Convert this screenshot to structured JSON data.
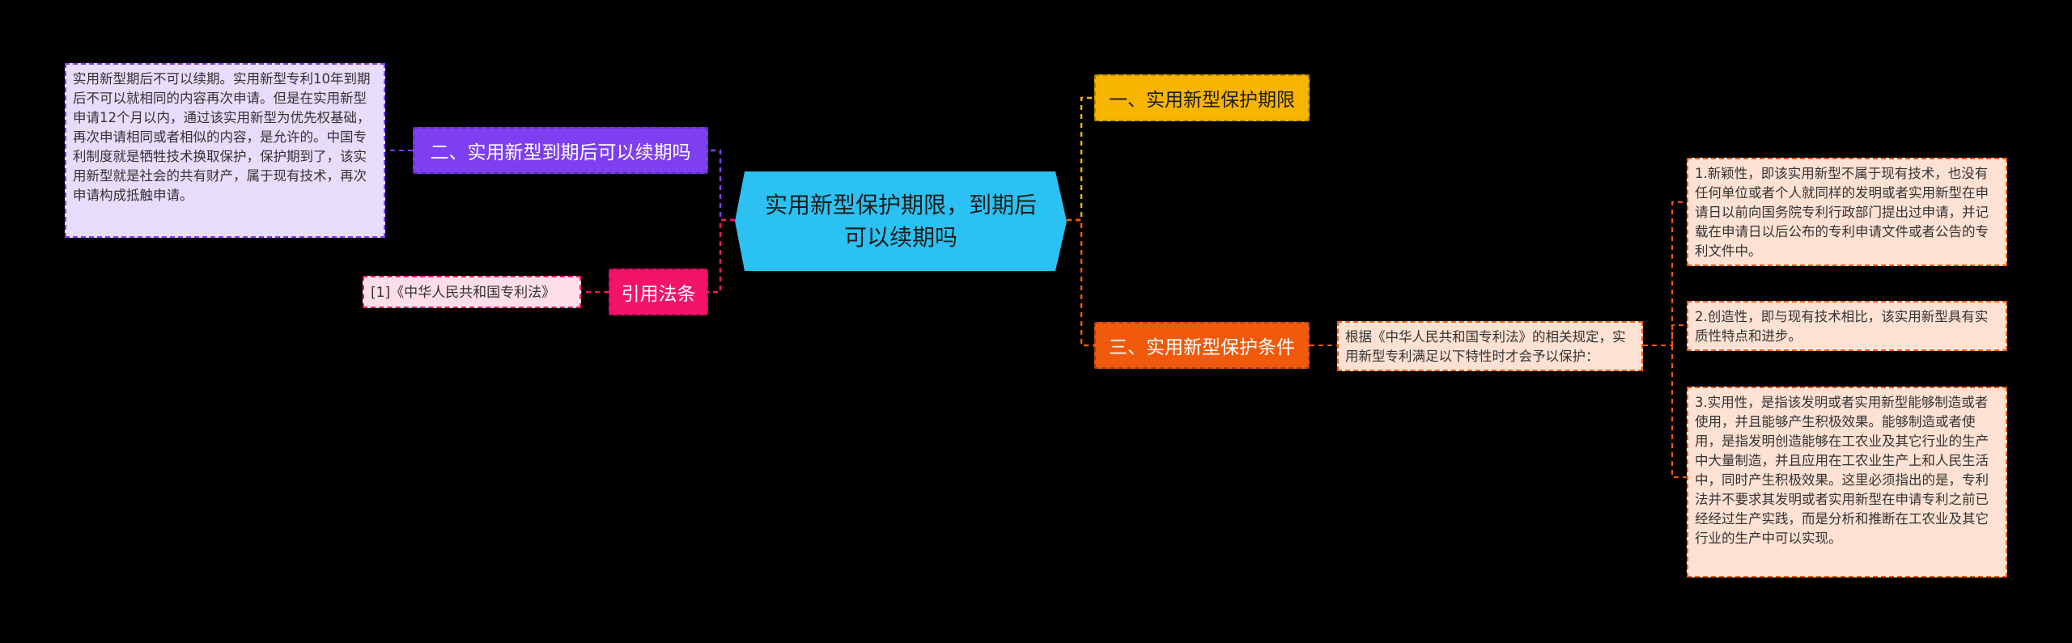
{
  "center": {
    "title": "实用新型保护期限，到期后可以续期吗"
  },
  "branches": {
    "b1": {
      "label": "一、实用新型保护期限"
    },
    "b2": {
      "label": "二、实用新型到期后可以续期吗",
      "note": "实用新型期后不可以续期。实用新型专利10年到期后不可以就相同的内容再次申请。但是在实用新型申请12个月以内，通过该实用新型为优先权基础，再次申请相同或者相似的内容，是允许的。中国专利制度就是牺牲技术换取保护，保护期到了，该实用新型就是社会的共有财产，属于现有技术，再次申请构成抵触申请。"
    },
    "b3": {
      "label": "三、实用新型保护条件",
      "summary": "根据《中华人民共和国专利法》的相关规定，实用新型专利满足以下特性时才会予以保护：",
      "items": [
        "1.新颖性，即该实用新型不属于现有技术，也没有任何单位或者个人就同样的发明或者实用新型在申请日以前向国务院专利行政部门提出过申请，并记载在申请日以后公布的专利申请文件或者公告的专利文件中。",
        "2.创造性，即与现有技术相比，该实用新型具有实质性特点和进步。",
        "3.实用性，是指该发明或者实用新型能够制造或者使用，并且能够产生积极效果。能够制造或者使用，是指发明创造能够在工农业及其它行业的生产中大量制造，并且应用在工农业生产上和人民生活中，同时产生积极效果。这里必须指出的是，专利法并不要求其发明或者实用新型在申请专利之前已经经过生产实践，而是分析和推断在工农业及其它行业的生产中可以实现。"
      ]
    },
    "ref": {
      "label": "引用法条",
      "item": "[1]《中华人民共和国专利法》"
    }
  },
  "colors": {
    "center": "#2bc1f2",
    "b1": "#f7b500",
    "b2": "#7e3ff0",
    "b2_note_bg": "#e8dcfb",
    "b3": "#f15a0c",
    "b3_note_bg": "#fde1d3",
    "ref": "#f3136b",
    "ref_note_bg": "#fcdde9"
  }
}
